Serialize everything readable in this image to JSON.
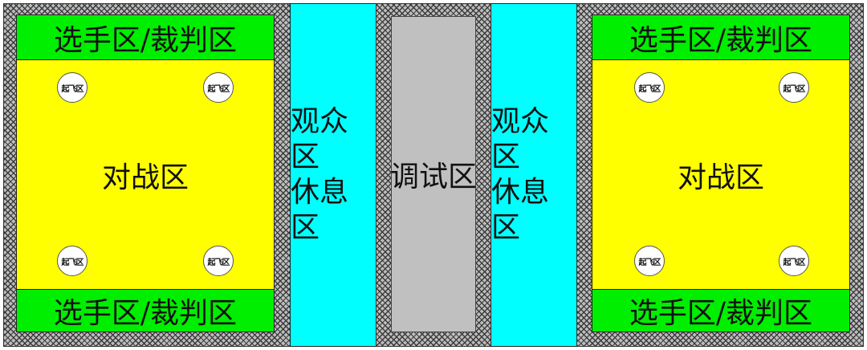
{
  "zones": {
    "player_referee": "选手区/裁判区",
    "battle": "对战区",
    "takeoff": "起飞区",
    "audience_line1": "观众区",
    "audience_line2": "休息区",
    "debug": "调试区"
  },
  "colors": {
    "player_referee": "#00ee00",
    "battle": "#ffff00",
    "audience": "#00ffff",
    "debug": "#c0c0c0",
    "border_hatch": "#3a3a3a"
  }
}
